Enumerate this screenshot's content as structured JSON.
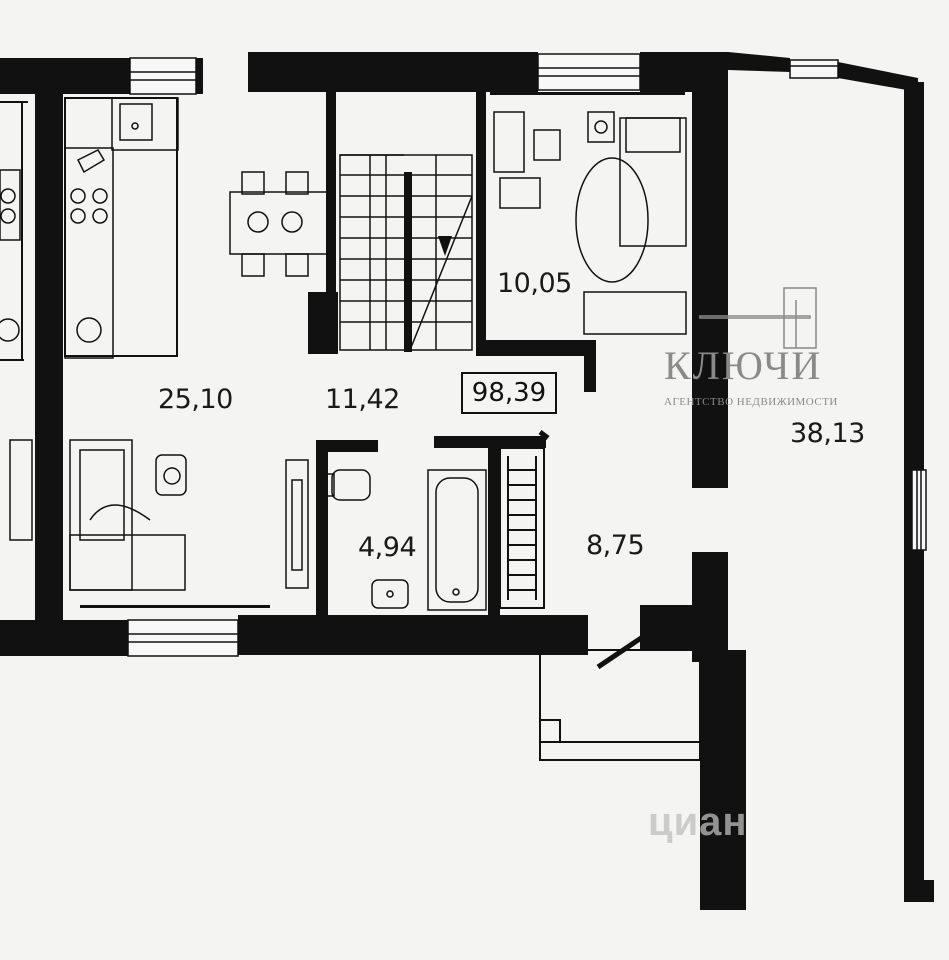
{
  "plan": {
    "total_area": "98,39",
    "rooms": [
      {
        "id": "living",
        "area": "25,10"
      },
      {
        "id": "hall",
        "area": "11,42"
      },
      {
        "id": "bedroom",
        "area": "10,05"
      },
      {
        "id": "terrace",
        "area": "38,13"
      },
      {
        "id": "bathroom",
        "area": "4,94"
      },
      {
        "id": "corridor",
        "area": "8,75"
      }
    ]
  },
  "watermark": {
    "name": "КЛЮЧИ",
    "subtitle": "АГЕНТСТВО НЕДВИЖИМОСТИ"
  },
  "cian_mark": "циан",
  "colors": {
    "wall": "#111111",
    "background": "#f4f4f2",
    "watermark": "#8a8a8a"
  }
}
